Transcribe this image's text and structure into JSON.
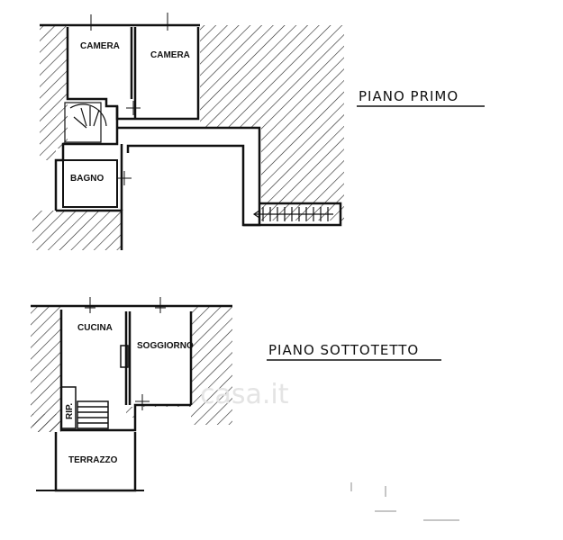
{
  "floors": [
    {
      "title": "PIANO PRIMO",
      "rooms": {
        "camera_left": "CAMERA",
        "camera_right": "CAMERA",
        "bagno": "BAGNO"
      }
    },
    {
      "title": "PIANO SOTTOTETTO",
      "rooms": {
        "cucina": "CUCINA",
        "soggiorno": "SOGGIORNO",
        "rip": "RIP.",
        "terrazzo": "TERRAZZO"
      }
    }
  ],
  "watermark": "casa.it",
  "colors": {
    "line": "#111111",
    "hatch": "#222222",
    "background": "#ffffff",
    "watermark": "#e4e4e4"
  }
}
